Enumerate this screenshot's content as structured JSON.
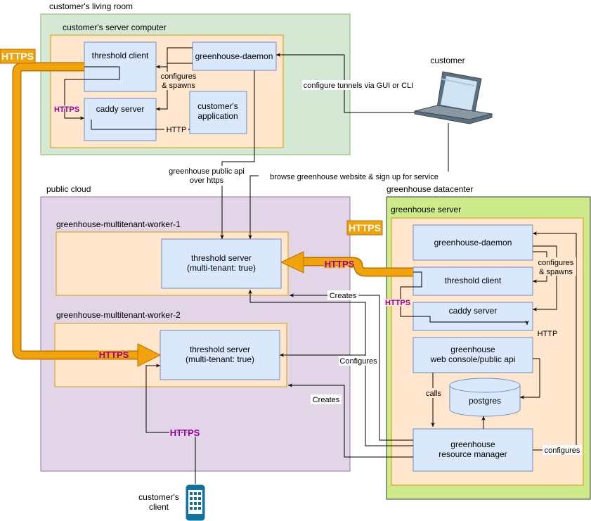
{
  "groups": {
    "living_room": "customer's living room",
    "server_computer": "customer's server computer",
    "public_cloud": "public cloud",
    "worker1": "greenhouse-multitenant-worker-1",
    "worker2": "greenhouse-multitenant-worker-2",
    "datacenter": "greenhouse datacenter",
    "greenhouse_server": "greenhouse server"
  },
  "components": {
    "threshold_client_customer": "threshold client",
    "greenhouse_daemon_customer": "greenhouse-daemon",
    "caddy_customer": "caddy server",
    "customer_app_line1": "customer's",
    "customer_app_line2": "application",
    "threshold_server1_line1": "threshold server",
    "threshold_server1_line2": "(multi-tenant: true)",
    "threshold_server2_line1": "threshold server",
    "threshold_server2_line2": "(multi-tenant: true)",
    "gh_daemon_server": "greenhouse-daemon",
    "gh_threshold_client": "threshold client",
    "gh_caddy": "caddy server",
    "gh_console_line1": "greenhouse",
    "gh_console_line2": "web console/public api",
    "postgres": "postgres",
    "resource_manager_line1": "greenhouse",
    "resource_manager_line2": "resource manager"
  },
  "actors": {
    "customer": "customer",
    "customer_client_line1": "customer's",
    "customer_client_line2": "client"
  },
  "edges": {
    "configures_spawns_1a": "configures",
    "configures_spawns_1b": "& spawns",
    "https_caddy": "HTTPS",
    "http_customer": "HTTP",
    "configure_tunnels": "configure tunnels via GUI or CLI",
    "public_api_line1": "greenhouse public api",
    "public_api_line2": "over https",
    "browse_website": "browse greenhouse website & sign up for service",
    "configures_spawns_2a": "configures",
    "configures_spawns_2b": "& spawns",
    "https_gh_tc": "HTTPS",
    "http_gh": "HTTP",
    "creates_1": "Creates",
    "configures_workers": "Configures",
    "creates_2": "Creates",
    "calls": "calls",
    "configures_rm": "configures",
    "https_client": "HTTPS"
  },
  "banners": {
    "https_left": "HTTPS",
    "https_right": "HTTPS",
    "https_arrow_top": "HTTPS",
    "https_arrow_bottom": "HTTPS"
  },
  "colors": {
    "living_room_fill": "#d5e8d4",
    "living_room_stroke": "#82b366",
    "peach_fill": "#ffe6cc",
    "peach_stroke": "#d79b00",
    "blue_fill": "#dae8fc",
    "blue_stroke": "#6c8ebf",
    "cloud_fill": "#e1d5e7",
    "cloud_stroke": "#9673a6",
    "datacenter_fill": "#cdeb8b",
    "datacenter_stroke": "#36393d",
    "orange": "#f0a30a",
    "orange_dark": "#bd7000",
    "purple_text": "#990099"
  },
  "icons": {
    "laptop": "laptop-icon",
    "phone": "smartphone-icon"
  }
}
